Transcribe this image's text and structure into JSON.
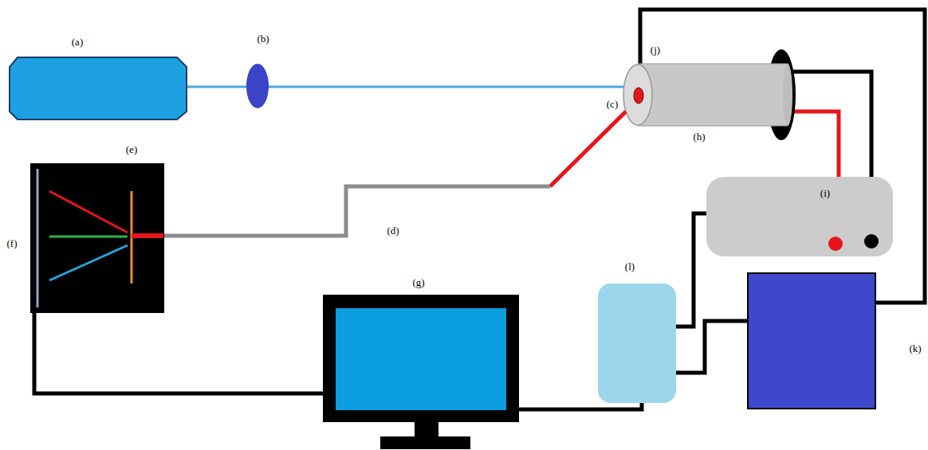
{
  "diagram": {
    "labels": [
      "(a)",
      "(b)",
      "(j)",
      "(c)",
      "(e)",
      "(h)",
      "(i)",
      "(f)",
      "(d)",
      "(g)",
      "(l)",
      "(k)"
    ]
  }
}
